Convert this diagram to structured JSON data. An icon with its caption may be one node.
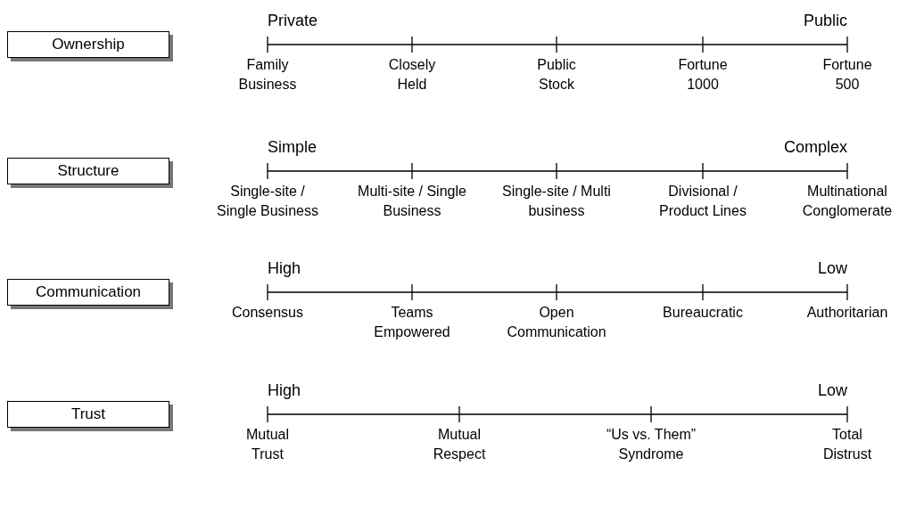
{
  "diagram": {
    "nodes": [
      {
        "text": [
          "Ownership"
        ]
      },
      {
        "text": [
          "Structure"
        ]
      },
      {
        "text": [
          "Communication"
        ]
      },
      {
        "text": [
          "Trust"
        ]
      }
    ],
    "labels": [
      "Private",
      "Public",
      "Family Business",
      "Closely Held",
      "Public Stock",
      "Fortune 1000",
      "Fortune 500",
      "Simple",
      "Complex",
      "Single-site / Single Business",
      "Multi-site / Single Business",
      "Single-site / Multi business",
      "Divisional / Product Lines",
      "Multinational Conglomerate",
      "High",
      "Low",
      "Consensus",
      "Teams Empowered",
      "Open Communication",
      "Bureaucratic",
      "Authoritarian",
      "High",
      "Low",
      "Mutual Trust",
      "Mutual Respect",
      "“Us vs. Them” Syndrome",
      "Total Distrust"
    ]
  }
}
